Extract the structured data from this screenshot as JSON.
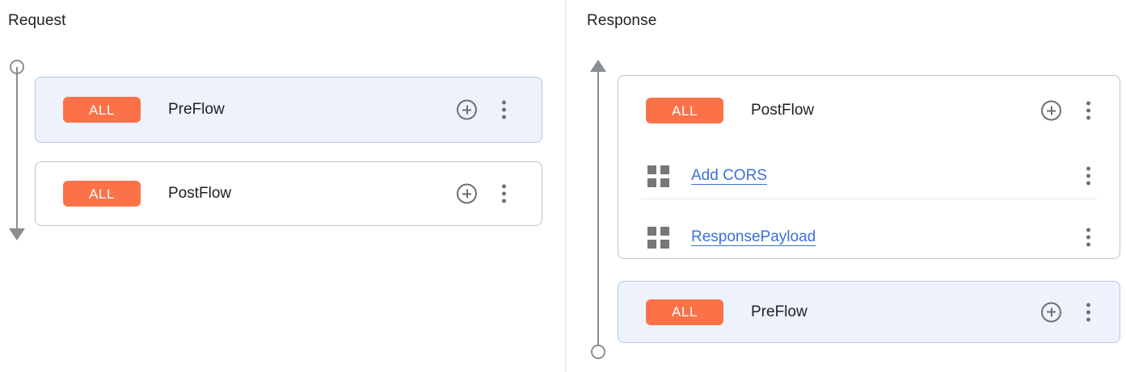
{
  "panels": {
    "request": {
      "title": "Request",
      "connector": {
        "start_icon": "circle",
        "end_icon": "arrow-down",
        "direction": "down"
      },
      "cards": [
        {
          "badge": "ALL",
          "name": "PreFlow",
          "selected": true,
          "add_icon": "plus-circle-icon",
          "menu_icon": "kebab-menu-icon",
          "policies": []
        },
        {
          "badge": "ALL",
          "name": "PostFlow",
          "selected": false,
          "add_icon": "plus-circle-icon",
          "menu_icon": "kebab-menu-icon",
          "policies": []
        }
      ]
    },
    "response": {
      "title": "Response",
      "connector": {
        "start_icon": "arrow-up",
        "end_icon": "circle",
        "direction": "up"
      },
      "cards": [
        {
          "badge": "ALL",
          "name": "PostFlow",
          "selected": false,
          "add_icon": "plus-circle-icon",
          "menu_icon": "kebab-menu-icon",
          "policies": [
            {
              "label": "Add CORS",
              "drag_icon": "grid-handle-icon",
              "menu_icon": "kebab-menu-icon"
            },
            {
              "label": "ResponsePayload",
              "drag_icon": "grid-handle-icon",
              "menu_icon": "kebab-menu-icon"
            }
          ]
        },
        {
          "badge": "ALL",
          "name": "PreFlow",
          "selected": true,
          "add_icon": "plus-circle-icon",
          "menu_icon": "kebab-menu-icon",
          "policies": []
        }
      ]
    }
  },
  "colors": {
    "badge_background": "#FB7249",
    "badge_text": "#FFFFFF",
    "selected_card_background": "#EDF2FC",
    "selected_card_border": "#B6C6E8",
    "card_border": "#BDC1C6",
    "link": "#3D6FD9",
    "connector": "#8A8D91",
    "icon_gray": "#6D7074",
    "panel_divider": "#E3E5E8",
    "row_separator": "#E6E7E9",
    "text": "#202124"
  }
}
